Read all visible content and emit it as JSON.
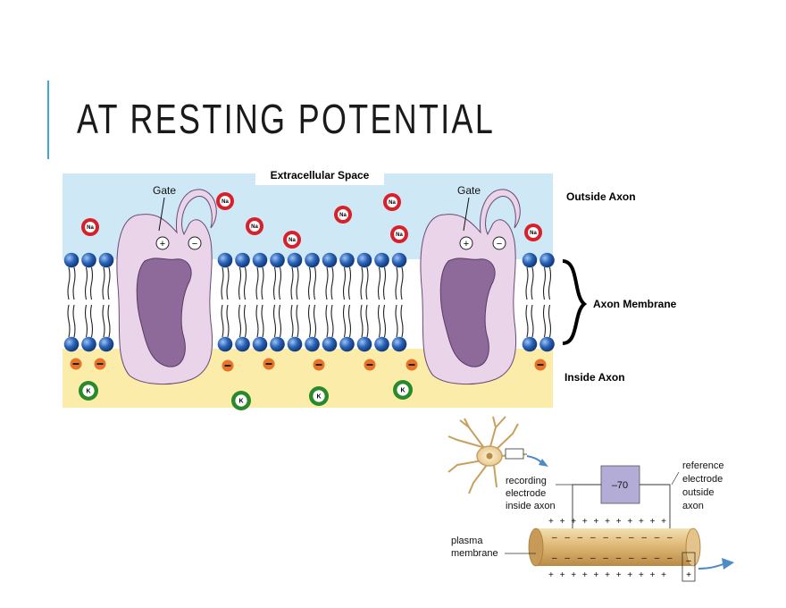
{
  "slide": {
    "title": "AT RESTING POTENTIAL"
  },
  "membrane_diagram": {
    "extracellular_label": "Extracellular Space",
    "gate_label_left": "Gate",
    "gate_label_right": "Gate",
    "outside_label": "Outside Axon",
    "membrane_label": "Axon Membrane",
    "inside_label": "Inside Axon",
    "sodium_ion": "Na",
    "potassium_ion": "K",
    "plus_sign": "+",
    "minus_sign": "−",
    "colors": {
      "extracellular": "#cfe8f6",
      "intracellular": "#fbecaa",
      "channel": "#e9d4ea",
      "channel_pore": "#8e6a9a",
      "phospholipid_head": "#1f4f9c",
      "sodium": "#d8202a",
      "potassium": "#2a8a2a",
      "anion": "#e8742a"
    }
  },
  "electrode_diagram": {
    "recording_label": [
      "recording",
      "electrode",
      "inside axon"
    ],
    "reference_label": [
      "reference",
      "electrode",
      "outside",
      "axon"
    ],
    "voltmeter_value": "–70",
    "plasma_label": [
      "plasma",
      "membrane"
    ],
    "outer_charge": "+ + + + + + + + + + +",
    "inner_charge": "– – – – – – – – – –",
    "box_minus": "–",
    "box_plus": "+"
  }
}
